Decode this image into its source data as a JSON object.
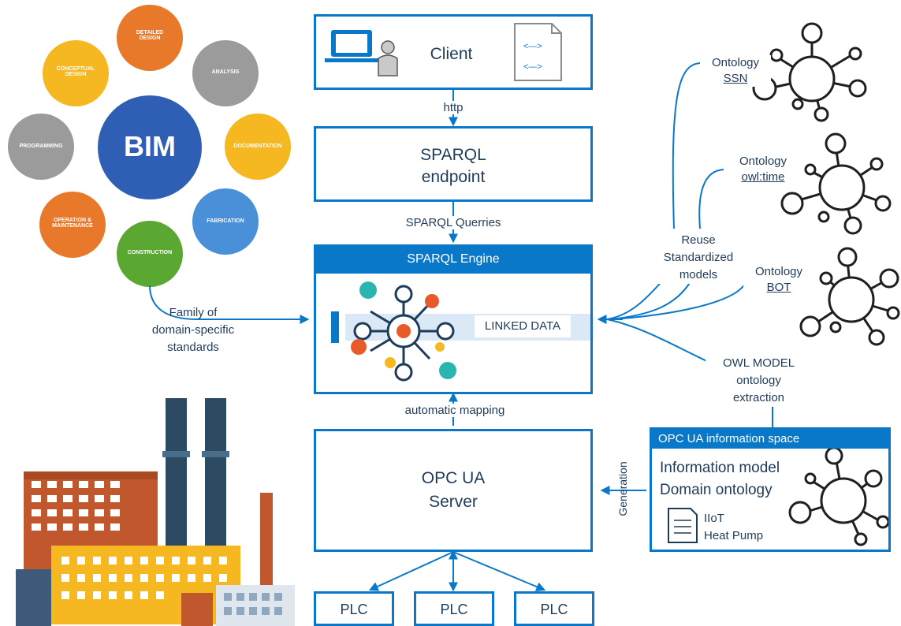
{
  "client": {
    "label": "Client"
  },
  "http": "http",
  "sparql_endpoint": {
    "line1": "SPARQL",
    "line2": "endpoint"
  },
  "sparql_queries": "SPARQL Querries",
  "engine": {
    "title": "SPARQL Engine",
    "linked_data": "LINKED  DATA"
  },
  "automatic_mapping": "automatic mapping",
  "opcua_server": {
    "line1": "OPC UA",
    "line2": "Server"
  },
  "plcs": [
    "PLC",
    "PLC",
    "PLC"
  ],
  "bim": {
    "center": "BIM",
    "phases": [
      "DETAILED DESIGN",
      "ANALYSIS",
      "DOCUMENTATION",
      "FABRICATION",
      "CONSTRUCTION",
      "OPERATION & MAINTENANCE",
      "PROGRAMMING",
      "CONCEPTUAL DESIGN"
    ]
  },
  "family_label": {
    "line1": "Family of",
    "line2": "domain-specific",
    "line3": "standards"
  },
  "ontologies": [
    {
      "prefix": "Ontology",
      "name": "SSN"
    },
    {
      "prefix": "Ontology",
      "name": "owl:time"
    },
    {
      "prefix": "Ontology",
      "name": "BOT"
    }
  ],
  "reuse_label": {
    "line1": "Reuse",
    "line2": "Standardized",
    "line3": "models"
  },
  "owl_model_label": {
    "line1": "OWL MODEL",
    "line2": "ontology",
    "line3": "extraction"
  },
  "generation": "Generation",
  "opcua_space": {
    "title": "OPC UA information space",
    "line1": "Information model",
    "line2": "Domain ontology",
    "doc1": "IIoT",
    "doc2": "Heat Pump"
  },
  "colors": {
    "blue": "#0a78c8",
    "bim_center": "#2f5fb5",
    "orange": "#e8792b",
    "yellow": "#f5b820",
    "gray": "#9b9b9b",
    "light_blue": "#4a90d9",
    "green": "#5aa832",
    "teal": "#2bb5b0",
    "red_orange": "#e85a2a"
  }
}
